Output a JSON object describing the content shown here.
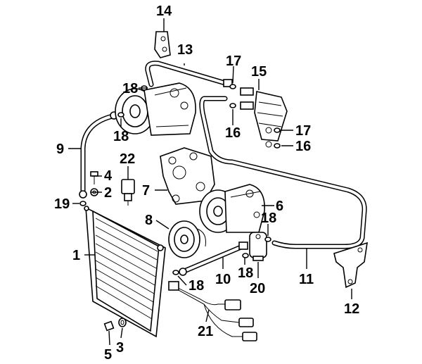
{
  "callouts": [
    {
      "id": "c1",
      "label": "1"
    },
    {
      "id": "c2",
      "label": "2"
    },
    {
      "id": "c3",
      "label": "3"
    },
    {
      "id": "c4",
      "label": "4"
    },
    {
      "id": "c5",
      "label": "5"
    },
    {
      "id": "c6",
      "label": "6"
    },
    {
      "id": "c7",
      "label": "7"
    },
    {
      "id": "c8",
      "label": "8"
    },
    {
      "id": "c9",
      "label": "9"
    },
    {
      "id": "c10",
      "label": "10"
    },
    {
      "id": "c11",
      "label": "11"
    },
    {
      "id": "c12",
      "label": "12"
    },
    {
      "id": "c13",
      "label": "13"
    },
    {
      "id": "c14",
      "label": "14"
    },
    {
      "id": "c15",
      "label": "15"
    },
    {
      "id": "c16a",
      "label": "16"
    },
    {
      "id": "c16b",
      "label": "16"
    },
    {
      "id": "c17a",
      "label": "17"
    },
    {
      "id": "c17b",
      "label": "17"
    },
    {
      "id": "c18a",
      "label": "18"
    },
    {
      "id": "c18b",
      "label": "18"
    },
    {
      "id": "c18c",
      "label": "18"
    },
    {
      "id": "c18d",
      "label": "18"
    },
    {
      "id": "c18e",
      "label": "18"
    },
    {
      "id": "c19",
      "label": "19"
    },
    {
      "id": "c20",
      "label": "20"
    },
    {
      "id": "c21",
      "label": "21"
    },
    {
      "id": "c22",
      "label": "22"
    }
  ]
}
